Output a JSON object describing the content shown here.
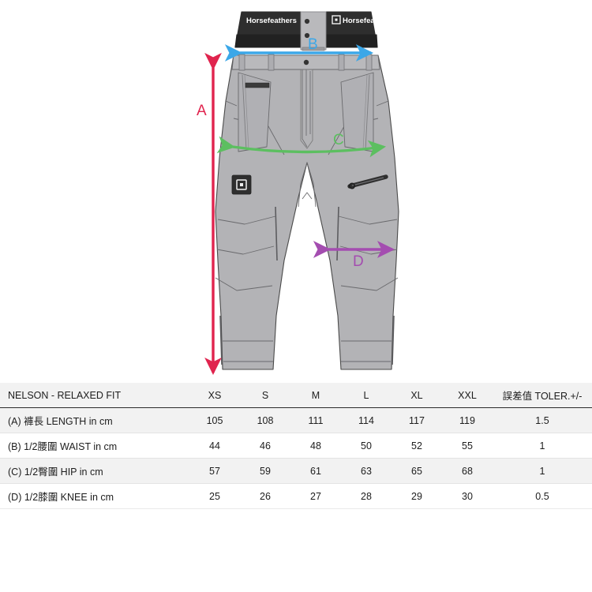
{
  "illustration": {
    "alt": "technical drawing of snowboard pants, front view",
    "brand_left_label": "Horsefeathers",
    "brand_right_label": "Horsefeathers",
    "logo_icon": "horsefeathers-logo-icon",
    "measurements": [
      {
        "key": "A",
        "label": "A",
        "name": "length-measure",
        "color": "#E0244E",
        "orientation": "vertical"
      },
      {
        "key": "B",
        "label": "B",
        "name": "waist-measure",
        "color": "#3BA7E8",
        "orientation": "horizontal"
      },
      {
        "key": "C",
        "label": "C",
        "name": "hip-measure",
        "color": "#5CBF60",
        "orientation": "horizontal-curved"
      },
      {
        "key": "D",
        "label": "D",
        "name": "knee-measure",
        "color": "#A44DB0",
        "orientation": "horizontal"
      }
    ],
    "colors": {
      "fabric": "#b3b3b6",
      "fabric_shade": "#a6a6aa",
      "waistband_dark": "#2b2b2b",
      "outline": "#4a4a4a"
    }
  },
  "table": {
    "title": "NELSON - RELAXED FIT",
    "size_columns": [
      "XS",
      "S",
      "M",
      "L",
      "XL",
      "XXL"
    ],
    "tolerance_header": "誤差值 TOLER.+/-",
    "highlight_column": "L",
    "rows": [
      {
        "label": "(A) 褲長 LENGTH in cm",
        "values": [
          "105",
          "108",
          "111",
          "114",
          "117",
          "119"
        ],
        "tolerance": "1.5"
      },
      {
        "label": "(B) 1/2腰圍 WAIST in cm",
        "values": [
          "44",
          "46",
          "48",
          "50",
          "52",
          "55"
        ],
        "tolerance": "1"
      },
      {
        "label": "(C) 1/2臀圍 HIP in cm",
        "values": [
          "57",
          "59",
          "61",
          "63",
          "65",
          "68"
        ],
        "tolerance": "1"
      },
      {
        "label": "(D) 1/2膝圍 KNEE in cm",
        "values": [
          "25",
          "26",
          "27",
          "28",
          "29",
          "30"
        ],
        "tolerance": "0.5"
      }
    ]
  }
}
